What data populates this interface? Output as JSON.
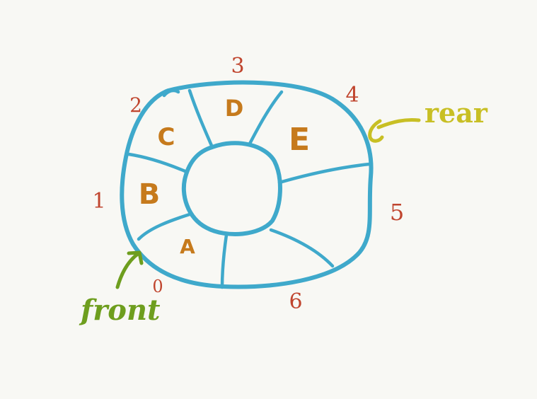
{
  "slots": {
    "a": "A",
    "b": "B",
    "c": "C",
    "d": "D",
    "e": "E"
  },
  "indices": [
    "0",
    "1",
    "2",
    "3",
    "4",
    "5",
    "6"
  ],
  "pointers": {
    "front": "front",
    "rear": "rear"
  },
  "colors": {
    "ring": "#3fa9cb",
    "slot_letters": "#c67a1c",
    "indices": "#c0452e",
    "front": "#6e9e1e",
    "rear": "#c8bf24",
    "background": "#f8f8f4"
  }
}
